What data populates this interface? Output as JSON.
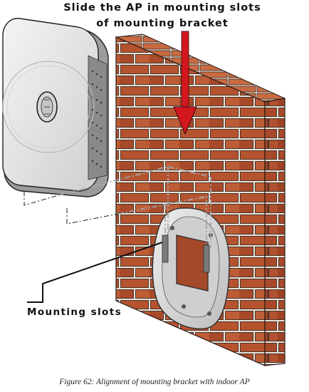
{
  "title": {
    "line1": "Slide the AP in mounting slots",
    "line2": "of mounting bracket"
  },
  "callout": {
    "label": "Mounting slots"
  },
  "caption": "Figure 62: Alignment of mounting bracket with indoor AP",
  "colors": {
    "brick": "#b5532f",
    "mortar": "#e9e3da",
    "arrow_red": "#d3171f",
    "device_body": "#e6e6e6",
    "bracket": "#d8d8d8"
  }
}
